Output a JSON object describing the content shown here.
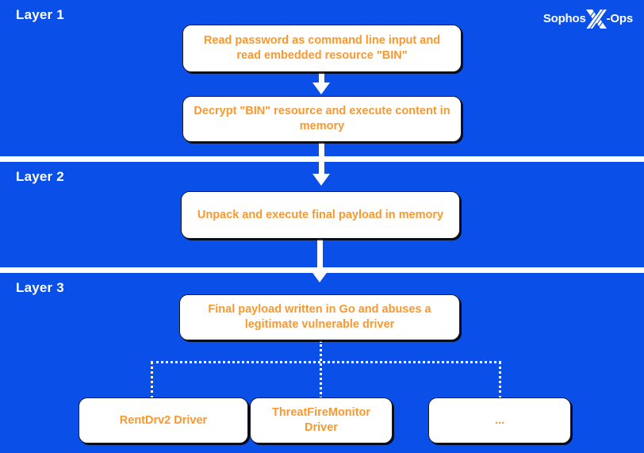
{
  "colors": {
    "layer_background": "#0A50E8",
    "node_background": "#FFFFFF",
    "node_text": "#F9982F",
    "layer_label_text": "#FFFFFF",
    "arrow": "#FFFFFF",
    "connector": "#FFFFFF",
    "page_background": "#FFFFFF"
  },
  "logo": {
    "left_word": "Sophos",
    "mark": "x-mark-icon",
    "right_word": "-Ops",
    "full_text": "Sophos X-Ops"
  },
  "layers": [
    {
      "id": "layer-1",
      "label": "Layer 1",
      "nodes": [
        {
          "id": "node-read-password",
          "text": "Read password as command line input and read embedded resource \"BIN\""
        },
        {
          "id": "node-decrypt-bin",
          "text": "Decrypt \"BIN\" resource and execute content in memory"
        }
      ]
    },
    {
      "id": "layer-2",
      "label": "Layer 2",
      "nodes": [
        {
          "id": "node-unpack-payload",
          "text": "Unpack and execute final payload in memory"
        }
      ]
    },
    {
      "id": "layer-3",
      "label": "Layer 3",
      "nodes": [
        {
          "id": "node-final-payload",
          "text": "Final payload written in Go and abuses a legitimate vulnerable driver"
        },
        {
          "id": "node-rentdrv2",
          "text": "RentDrv2 Driver"
        },
        {
          "id": "node-threatfire",
          "text": "ThreatFireMonitor Driver"
        },
        {
          "id": "node-ellipsis",
          "text": "..."
        }
      ]
    }
  ],
  "arrows": [
    {
      "id": "arrow-1",
      "from": "node-read-password",
      "to": "node-decrypt-bin",
      "style": "solid-down-arrow"
    },
    {
      "id": "arrow-2",
      "from": "node-decrypt-bin",
      "to": "node-unpack-payload",
      "style": "solid-down-arrow"
    },
    {
      "id": "arrow-3",
      "from": "node-unpack-payload",
      "to": "node-final-payload",
      "style": "solid-down-arrow"
    }
  ],
  "connectors": [
    {
      "id": "branch-hline",
      "style": "dotted",
      "orientation": "horizontal"
    },
    {
      "id": "branch-v-left",
      "style": "dotted",
      "orientation": "vertical",
      "to": "node-rentdrv2"
    },
    {
      "id": "branch-v-mid",
      "style": "dotted",
      "orientation": "vertical",
      "to": "node-threatfire"
    },
    {
      "id": "branch-v-right",
      "style": "dotted",
      "orientation": "vertical",
      "to": "node-ellipsis"
    }
  ]
}
